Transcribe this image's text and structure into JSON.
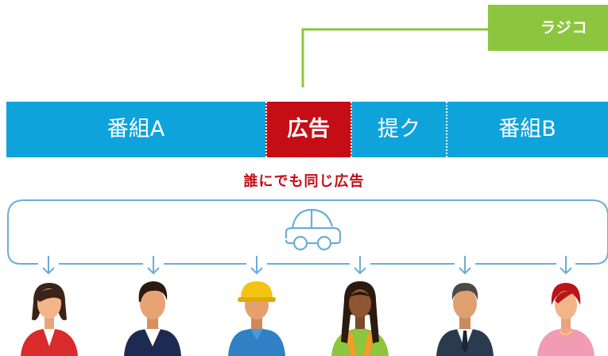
{
  "tag": {
    "label": "ラジコ",
    "color": "#8cc63f"
  },
  "timeline": {
    "program_a": "番組A",
    "ad": "広告",
    "sponsor": "提ク",
    "program_b": "番組B"
  },
  "caption": "誰にでも同じ広告",
  "icons": [
    "car-icon",
    "woman-icon",
    "man-icon",
    "worker-icon",
    "woman-braids-icon",
    "businessman-icon",
    "woman-redhair-icon"
  ],
  "colors": {
    "blue": "#0fa3dc",
    "red": "#c40d14",
    "green": "#8cc63f",
    "line": "#6aaed6"
  }
}
